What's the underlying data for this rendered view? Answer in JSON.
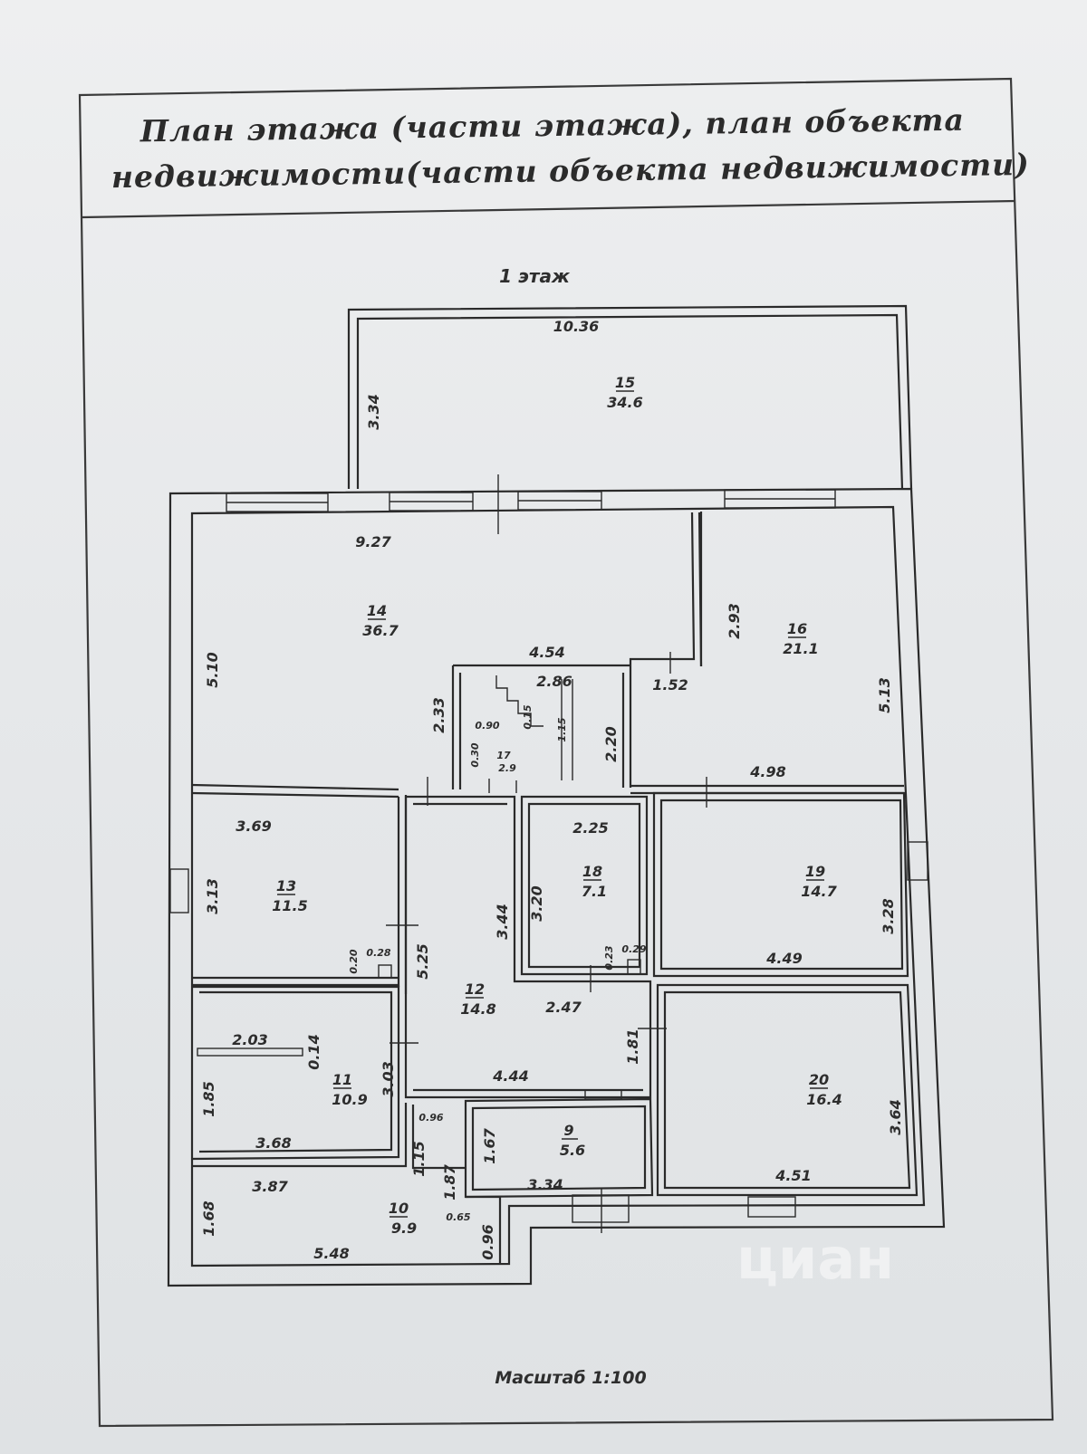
{
  "title": {
    "line1": "План этажа (части этажа), план объекта",
    "line2": "недвижимости(части объекта недвижимости)"
  },
  "floor_label": "1 этаж",
  "scale_label": "Масштаб 1:100",
  "watermark": "циан",
  "rooms": [
    {
      "id": "15",
      "number": "15",
      "area": "34.6"
    },
    {
      "id": "14",
      "number": "14",
      "area": "36.7"
    },
    {
      "id": "16",
      "number": "16",
      "area": "21.1"
    },
    {
      "id": "17",
      "number": "17",
      "area": "2.9"
    },
    {
      "id": "13",
      "number": "13",
      "area": "11.5"
    },
    {
      "id": "12",
      "number": "12",
      "area": "14.8"
    },
    {
      "id": "18",
      "number": "18",
      "area": "7.1"
    },
    {
      "id": "19",
      "number": "19",
      "area": "14.7"
    },
    {
      "id": "11",
      "number": "11",
      "area": "10.9"
    },
    {
      "id": "20",
      "number": "20",
      "area": "16.4"
    },
    {
      "id": "9",
      "number": "9",
      "area": "5.6"
    },
    {
      "id": "10",
      "number": "10",
      "area": "9.9"
    }
  ],
  "dimensions": {
    "d15_w": "10.36",
    "d15_h": "3.34",
    "d14_w": "9.27",
    "d14_h": "5.10",
    "d14_w2": "4.54",
    "d14_h2": "2.33",
    "d16_h": "2.93",
    "d16_w": "1.52",
    "d16_h2": "5.13",
    "d16_w2": "4.98",
    "d17_w": "2.86",
    "d17_h": "2.20",
    "d17_a": "0.90",
    "d17_b": "0.30",
    "d17_c": "0.15",
    "d17_d": "1.15",
    "d13_w": "3.69",
    "d13_h": "3.13",
    "d13_a": "0.20",
    "d13_b": "0.28",
    "d12_h": "5.25",
    "d12_h2": "3.44",
    "d12_w": "2.47",
    "d12_h3": "1.81",
    "d12_w2": "4.44",
    "d18_w": "2.25",
    "d18_h": "3.20",
    "d18_a": "0.23",
    "d18_b": "0.29",
    "d19_h": "3.28",
    "d19_w": "4.49",
    "d11_a": "2.03",
    "d11_b": "0.14",
    "d11_h": "1.85",
    "d11_h2": "3.03",
    "d11_w": "3.68",
    "d20_h": "3.64",
    "d20_w": "4.51",
    "d9_a": "0.96",
    "d9_h": "1.67",
    "d9_w": "3.34",
    "d10_w": "3.87",
    "d10_h": "1.68",
    "d10_a": "1.15",
    "d10_b": "1.87",
    "d10_c": "0.65",
    "d10_d": "0.96",
    "d10_w2": "5.48"
  }
}
